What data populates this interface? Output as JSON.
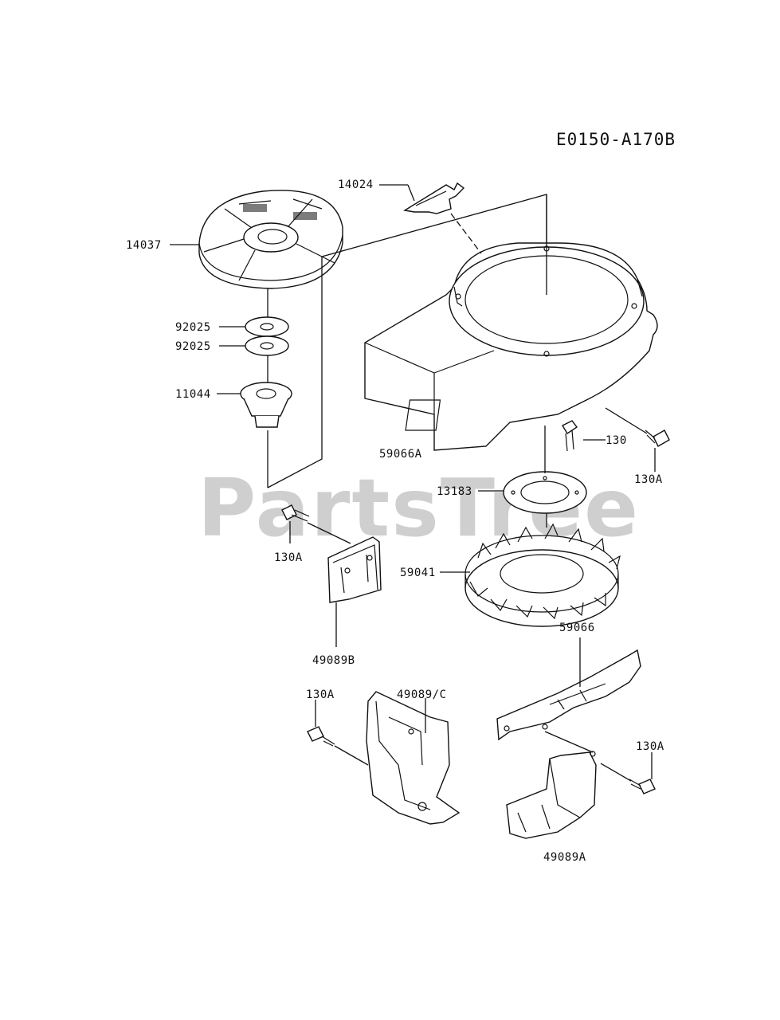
{
  "diagram_code": "E0150-A170B",
  "watermark": "PartsTree",
  "callouts": [
    {
      "key": "p14024",
      "label": "14024"
    },
    {
      "key": "p14037",
      "label": "14037"
    },
    {
      "key": "p92025a",
      "label": "92025"
    },
    {
      "key": "p92025b",
      "label": "92025"
    },
    {
      "key": "p11044",
      "label": "11044"
    },
    {
      "key": "p59066A",
      "label": "59066A"
    },
    {
      "key": "p130",
      "label": "130"
    },
    {
      "key": "p130A_r",
      "label": "130A"
    },
    {
      "key": "p13183",
      "label": "13183"
    },
    {
      "key": "p130A_l",
      "label": "130A"
    },
    {
      "key": "p59041",
      "label": "59041"
    },
    {
      "key": "p49089B",
      "label": "49089B"
    },
    {
      "key": "p59066",
      "label": "59066"
    },
    {
      "key": "p130A_b",
      "label": "130A"
    },
    {
      "key": "p49089C",
      "label": "49089/C"
    },
    {
      "key": "p130A_br",
      "label": "130A"
    },
    {
      "key": "p49089A",
      "label": "49089A"
    }
  ]
}
